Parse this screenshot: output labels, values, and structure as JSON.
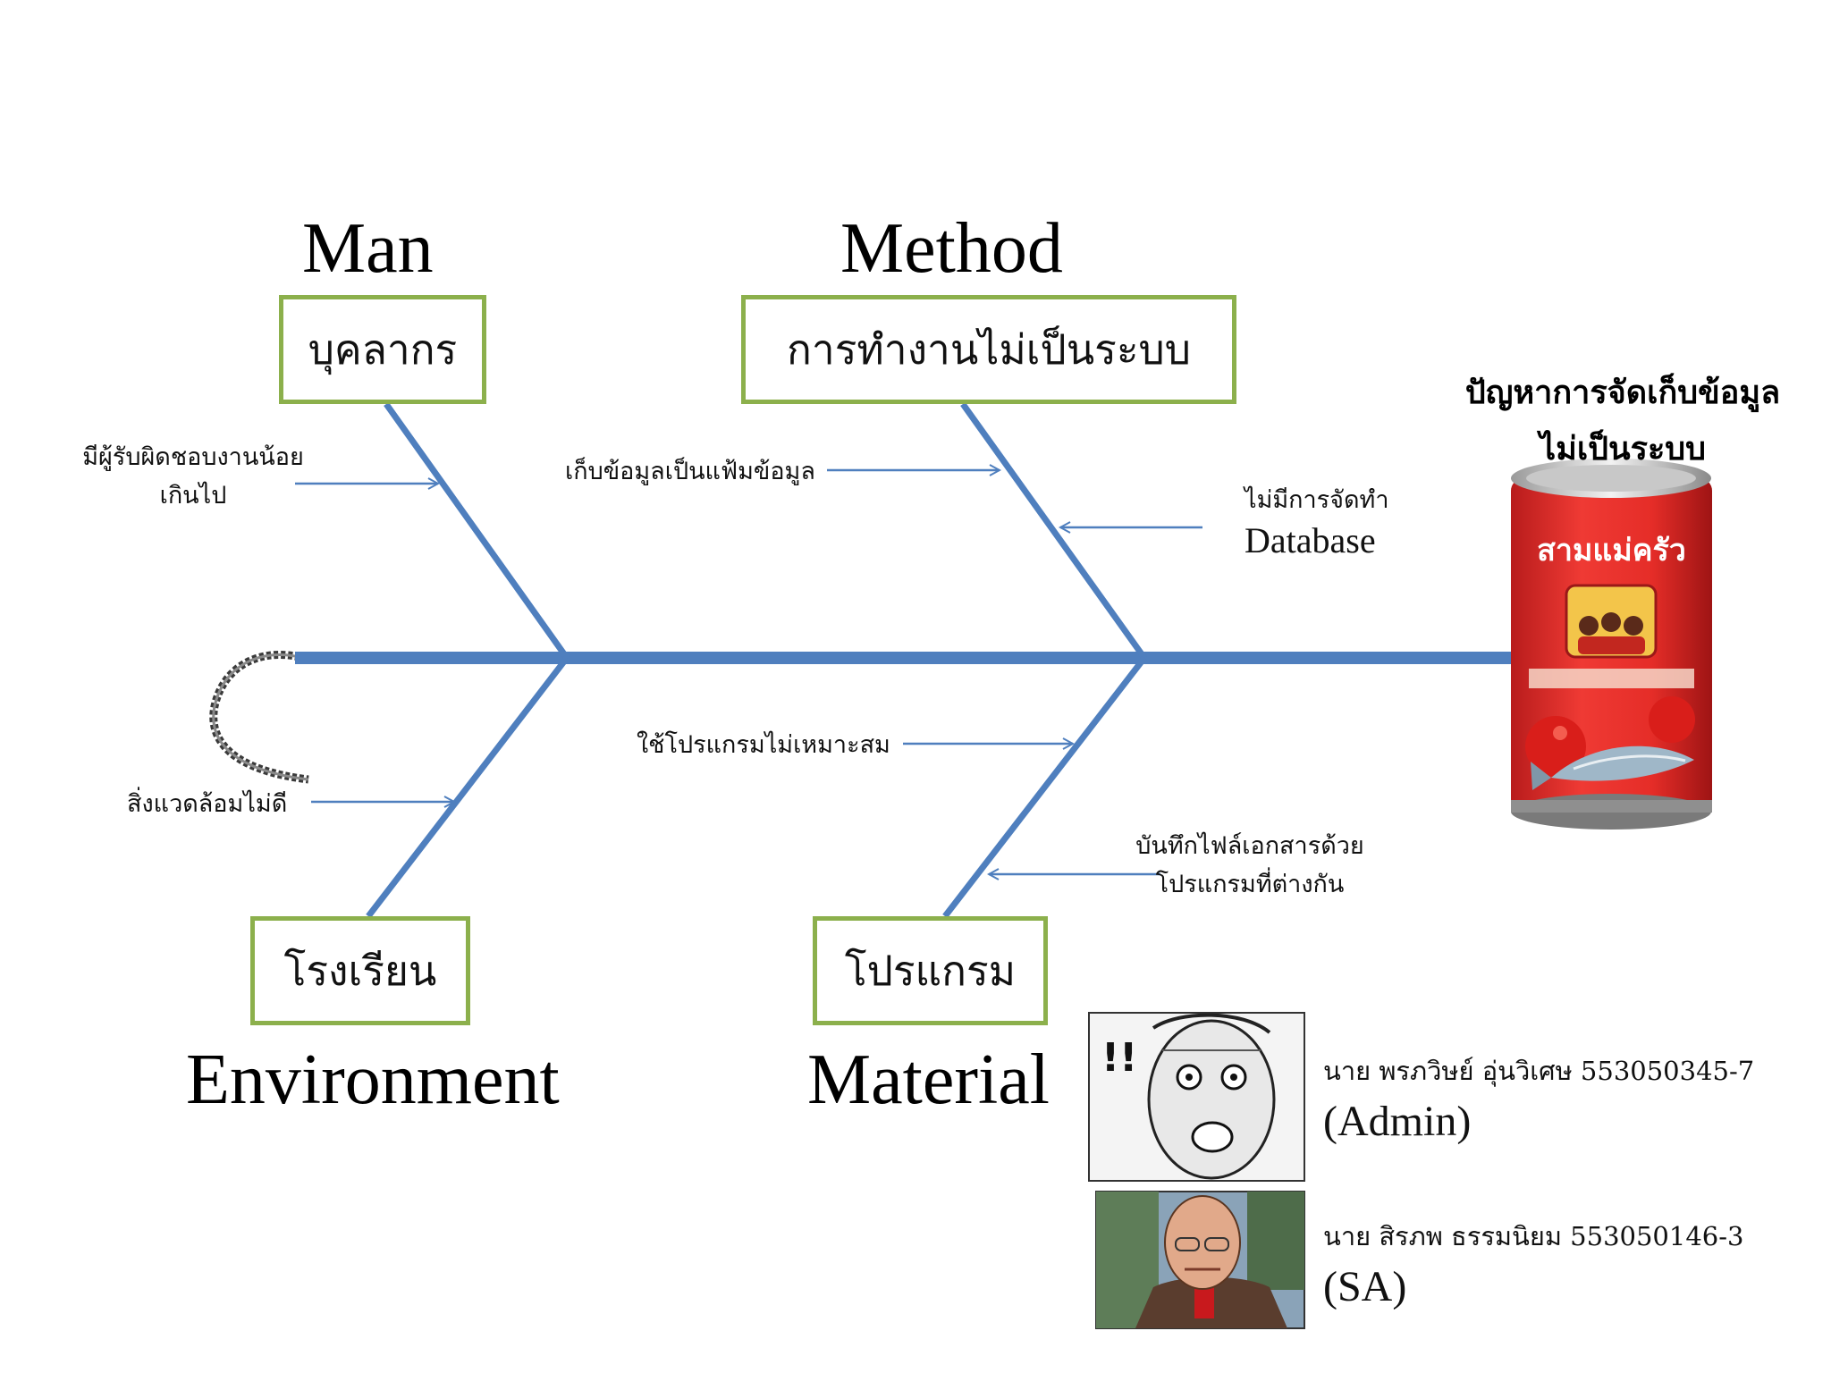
{
  "effect": {
    "line1": "ปัญหาการจัดเก็บข้อมูล",
    "line2": "ไม่เป็นระบบ",
    "can_label": "สามแม่ครัว"
  },
  "categories": {
    "man": {
      "heading": "Man",
      "box": "บุคลากร"
    },
    "method": {
      "heading": "Method",
      "box": "การทำงานไม่เป็นระบบ"
    },
    "environment": {
      "heading": "Environment",
      "box": "โรงเรียน"
    },
    "material": {
      "heading": "Material",
      "box": "โปรแกรม"
    }
  },
  "causes": {
    "man_1_line1": "มีผู้รับผิดชอบงานน้อย",
    "man_1_line2": "เกินไป",
    "method_1": "เก็บข้อมูลเป็นแฟ้มข้อมูล",
    "method_2_line1": "ไม่มีการจัดทำ",
    "method_2_line2": "Database",
    "environment_1": "สิ่งแวดล้อมไม่ดี",
    "material_1": "ใช้โปรแกรมไม่เหมาะสม",
    "material_2_line1": "บันทึกไฟล์เอกสารด้วย",
    "material_2_line2": "โปรแกรมที่ต่างกัน"
  },
  "members": [
    {
      "name": "นาย พรภวิษย์ อุ่นวิเศษ 553050345-7",
      "role": "(Admin)"
    },
    {
      "name": "นาย สิรภพ ธรรมนิยม  553050146-3",
      "role": "(SA)"
    }
  ],
  "colors": {
    "spine": "#4f7fbe",
    "box_border": "#8cb04c",
    "can_red": "#e0302c"
  }
}
